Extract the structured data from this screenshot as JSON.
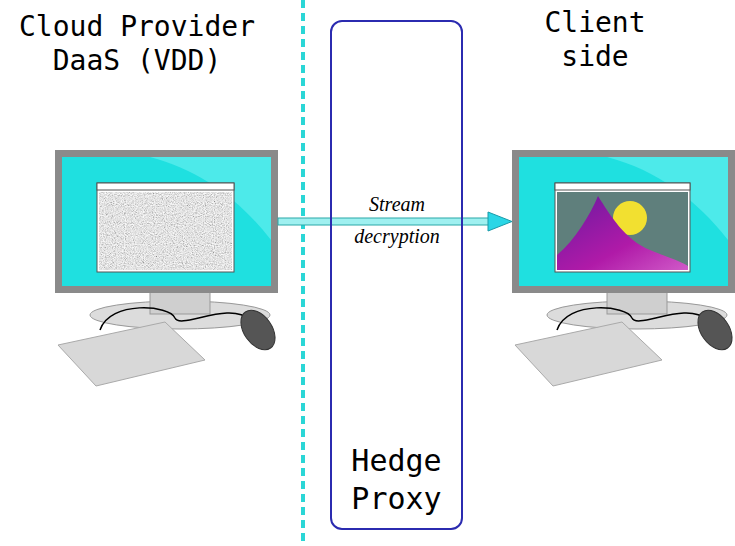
{
  "diagram": {
    "nodes": [
      {
        "text": [
          "Hedge Proxy"
        ]
      }
    ],
    "labels": [
      "Cloud Provider DaaS (VDD)",
      "Client side",
      "Stream decryption"
    ]
  }
}
